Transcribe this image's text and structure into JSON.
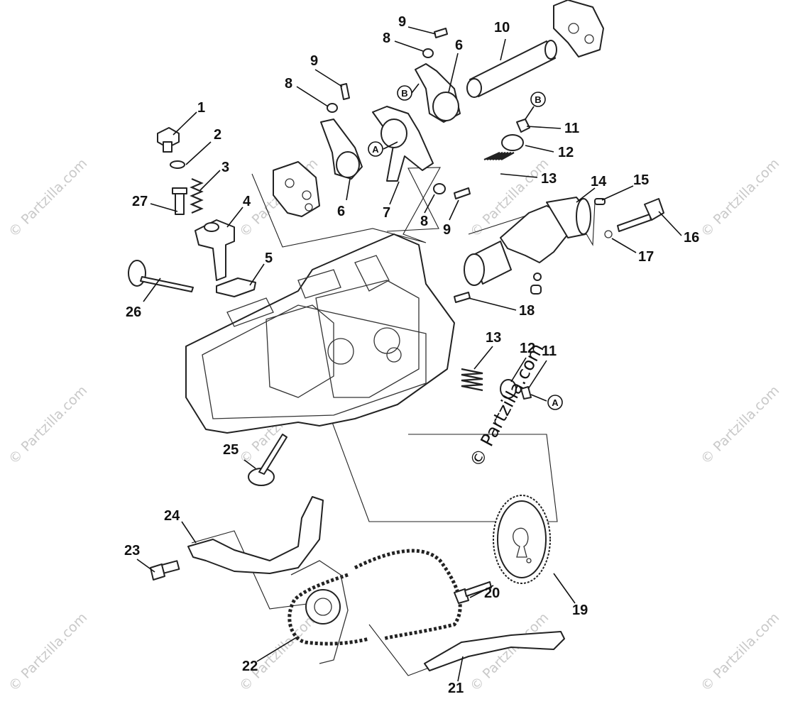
{
  "part_labels": {
    "p1": "1",
    "p2": "2",
    "p3": "3",
    "p4": "4",
    "p5": "5",
    "p6a": "6",
    "p6b": "6",
    "p7": "7",
    "p8a": "8",
    "p8b": "8",
    "p8c": "8",
    "p9a": "9",
    "p9b": "9",
    "p9c": "9",
    "p10": "10",
    "p11a": "11",
    "p11b": "11",
    "p12a": "12",
    "p12b": "12",
    "p13a": "13",
    "p13b": "13",
    "p14": "14",
    "p15": "15",
    "p16": "16",
    "p17": "17",
    "p18": "18",
    "p19": "19",
    "p20": "20",
    "p21": "21",
    "p22": "22",
    "p23": "23",
    "p24": "24",
    "p25": "25",
    "p26": "26",
    "p27": "27"
  },
  "callouts": {
    "a1": "A",
    "a2": "A",
    "b1": "B",
    "b2": "B"
  },
  "watermark": {
    "main": "© Partzilla.com",
    "tile": "© Partzilla.com"
  }
}
